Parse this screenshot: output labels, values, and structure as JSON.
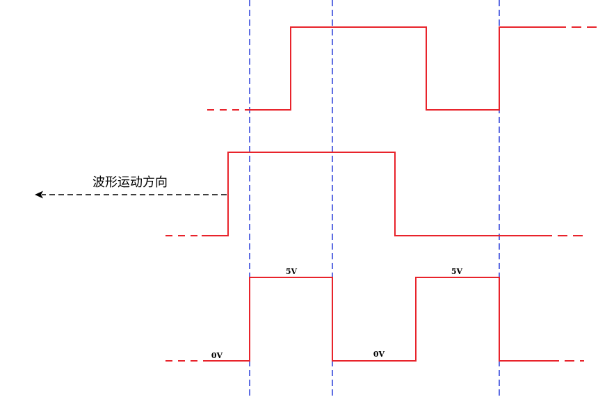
{
  "annotation": {
    "direction_label": "波形运动方向"
  },
  "voltage_labels": {
    "high_1": "5V",
    "high_2": "5V",
    "low_1": "0V",
    "low_2": "0V"
  },
  "colors": {
    "waveform": "#e8232b",
    "guides": "#1a2fd6",
    "arrow": "#000000",
    "background": "#ffffff"
  }
}
